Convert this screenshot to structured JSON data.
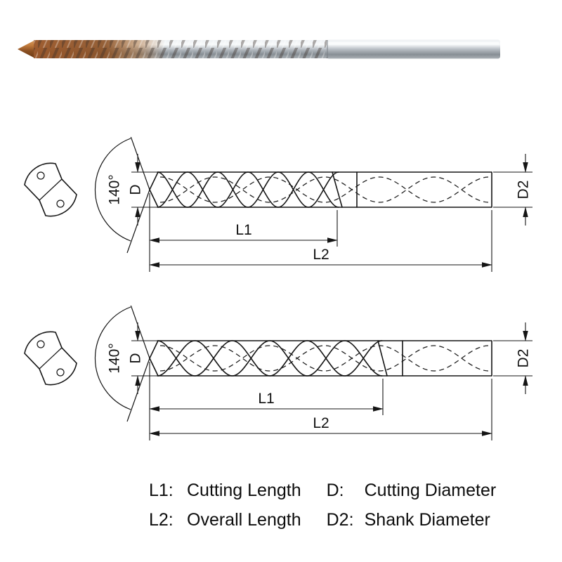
{
  "colors": {
    "line": "#151515",
    "bronze_coating": "#8a4f22",
    "steel": "#b9bfc5"
  },
  "drawing1": {
    "angle": "140°",
    "d": "D",
    "d2": "D2",
    "l1": "L1",
    "l2": "L2"
  },
  "drawing2": {
    "angle": "140°",
    "d": "D",
    "d2": "D2",
    "l1": "L1",
    "l2": "L2"
  },
  "legend": {
    "items": [
      {
        "key": "L1:",
        "value": "Cutting Length"
      },
      {
        "key": "L2:",
        "value": "Overall Length"
      },
      {
        "key": "D:",
        "value": "Cutting Diameter"
      },
      {
        "key": "D2:",
        "value": "Shank Diameter"
      }
    ]
  }
}
